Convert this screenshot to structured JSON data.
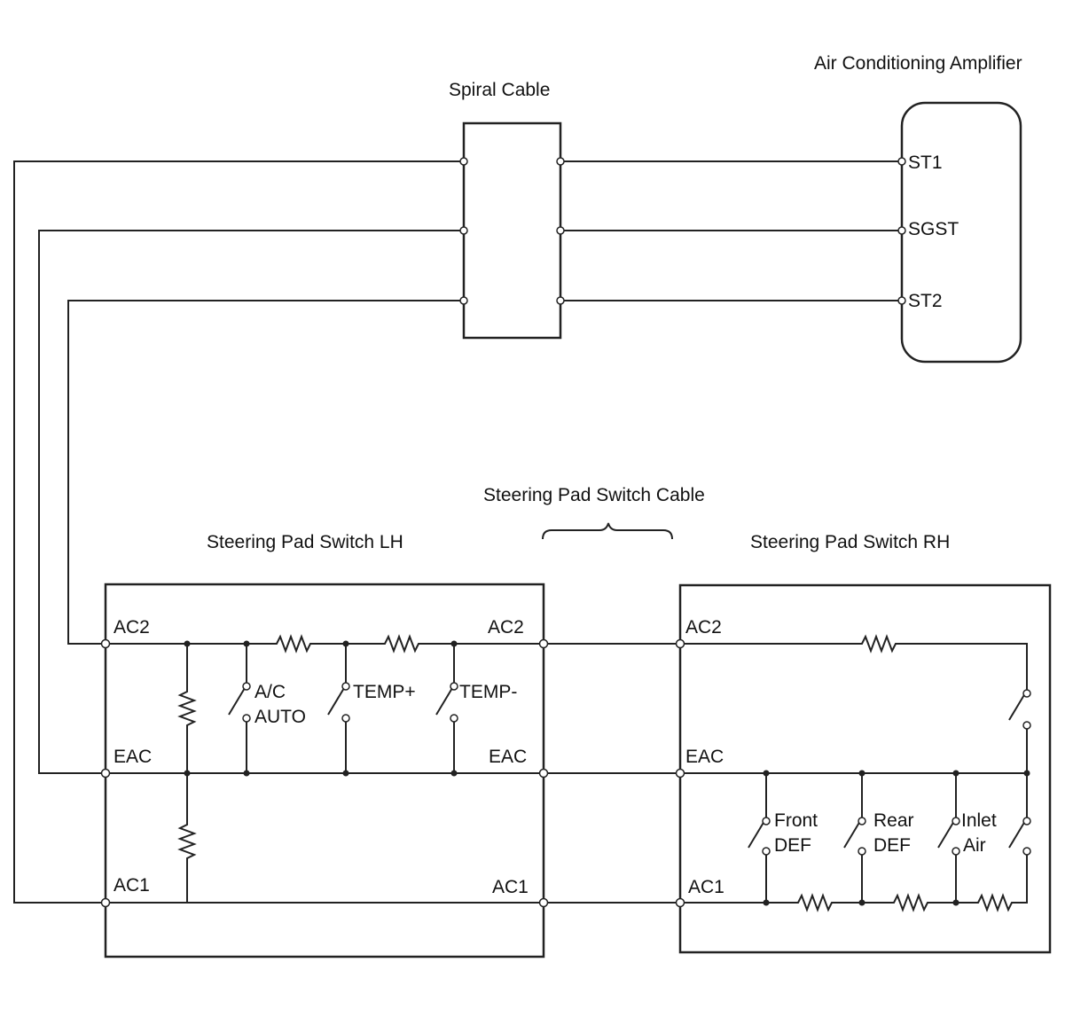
{
  "titles": {
    "spiral_cable": "Spiral Cable",
    "amplifier": "Air Conditioning Amplifier",
    "pad_cable": "Steering Pad Switch Cable",
    "switch_lh": "Steering Pad Switch LH",
    "switch_rh": "Steering Pad Switch RH"
  },
  "amplifier_pins": {
    "st1": "ST1",
    "sgst": "SGST",
    "st2": "ST2"
  },
  "lh_pins": {
    "ac2_left": "AC2",
    "ac2_right": "AC2",
    "eac_left": "EAC",
    "eac_right": "EAC",
    "ac1_left": "AC1",
    "ac1_right": "AC1"
  },
  "rh_pins": {
    "ac2": "AC2",
    "eac": "EAC",
    "ac1": "AC1"
  },
  "lh_switches": {
    "ac_auto_1": "A/C",
    "ac_auto_2": "AUTO",
    "temp_up": "TEMP+",
    "temp_down": "TEMP-"
  },
  "rh_switches": {
    "front_def_1": "Front",
    "front_def_2": "DEF",
    "rear_def_1": "Rear",
    "rear_def_2": "DEF",
    "inlet_air_1": "Inlet",
    "inlet_air_2": "Air"
  }
}
